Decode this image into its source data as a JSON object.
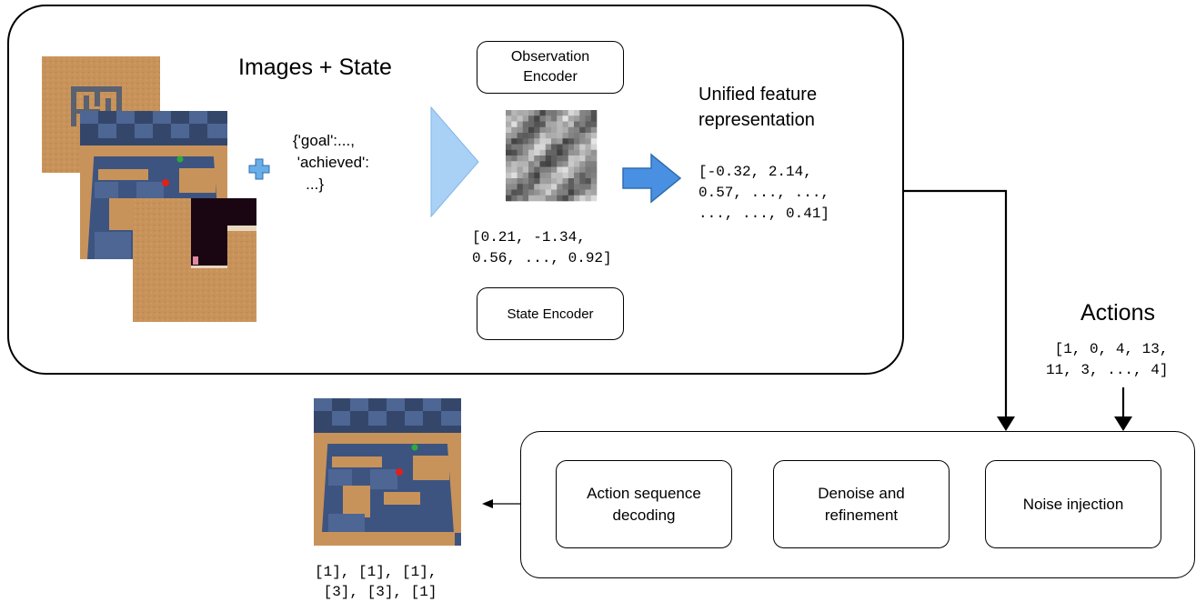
{
  "top_panel": {
    "title": "Images + State",
    "state_text": "{'goal':...,\n 'achieved':\n   ...}",
    "observation_encoder_label": "Observation\nEncoder",
    "state_encoder_label": "State Encoder",
    "encoded_vector": "[0.21, -1.34,\n0.56, ..., 0.92]",
    "unified_title": "Unified feature\nrepresentation",
    "unified_vector": "[-0.32, 2.14,\n0.57, ..., ...,\n..., ..., 0.41]"
  },
  "actions": {
    "title": "Actions",
    "vector": " [1, 0, 4, 13,\n11, 3, ..., 4]"
  },
  "bottom_panel": {
    "noise_label": "Noise injection",
    "denoise_label": "Denoise and\nrefinement",
    "decode_label": "Action sequence\ndecoding"
  },
  "output": {
    "sequence": "[1], [1], [1],\n [3], [3], [1]"
  },
  "colors": {
    "arrow_blue": "#4a90e2",
    "triangle_blue": "#a9d0f5",
    "plus_blue": "#6aaee8",
    "maze_floor": "#c8935a",
    "maze_tile_dark": "#34476b",
    "maze_tile_light": "#4d6694"
  }
}
